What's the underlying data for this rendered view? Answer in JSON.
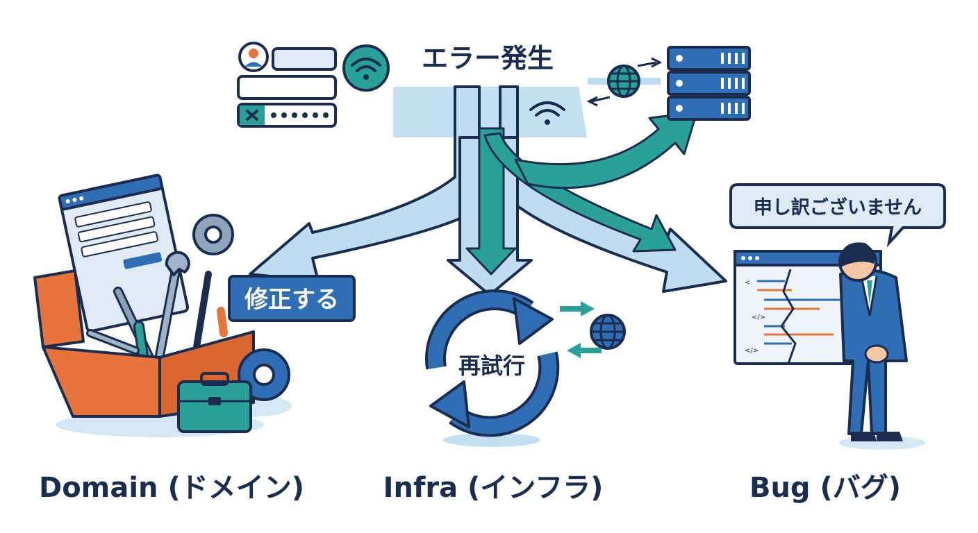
{
  "title": "エラー発生",
  "fix_label": "修正する",
  "retry_label": "再試行",
  "apology": "申し訳ございません",
  "categories": {
    "domain": "Domain (ドメイン)",
    "infra": "Infra (インフラ)",
    "bug": "Bug (バグ)"
  },
  "code_tags": [
    "<",
    "</>",
    "</>"
  ],
  "colors": {
    "navy": "#1b2d4f",
    "blue": "#2f6db5",
    "teal": "#2aa198",
    "light_blue": "#bcdcf0",
    "orange": "#e8743c"
  }
}
